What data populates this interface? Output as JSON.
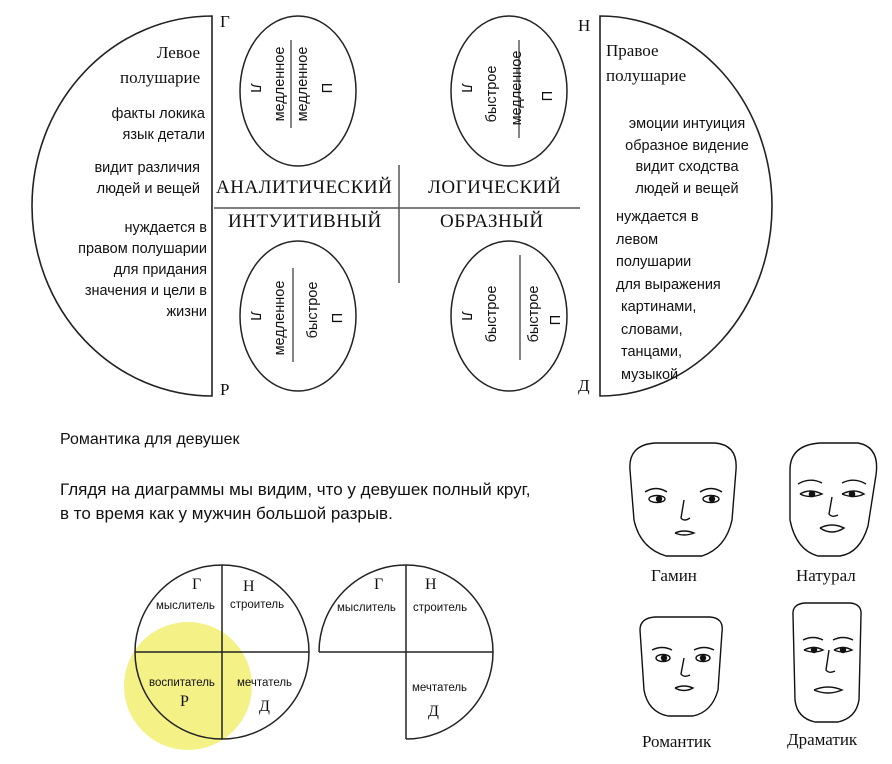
{
  "top_diagram": {
    "corners": {
      "g": "Г",
      "n": "Н",
      "r": "Р",
      "d": "Д"
    },
    "left_half": {
      "title": [
        "Левое",
        "полушарие"
      ],
      "facts": [
        "факты локика",
        "язык детали"
      ],
      "sees": [
        "видит различия",
        "людей и вещей"
      ],
      "needs": [
        "нуждается в",
        "правом полушарии",
        "для придания",
        "значения и цели в",
        "жизни"
      ]
    },
    "right_half": {
      "title": [
        "Правое",
        "полушарие"
      ],
      "emotions": [
        "эмоции интуиция",
        "образное видение",
        "видит сходства",
        "людей и вещей"
      ],
      "needs": [
        "нуждается в",
        "левом полушарии",
        "для выражения",
        "картинами,",
        "словами,",
        "танцами,",
        "музыкой"
      ]
    },
    "quadrant_labels": {
      "analytical": "АНАЛИТИЧЕСКИЙ",
      "logical": "ЛОГИЧЕСКИЙ",
      "intuitive": "ИНТУИТИВНЫЙ",
      "figurative": "ОБРАЗНЫЙ"
    },
    "ovals": {
      "top_left": {
        "l": "Л",
        "a": "медленное",
        "b": "медленное",
        "p": "П"
      },
      "top_right": {
        "l": "Л",
        "a": "быстрое",
        "b": "медленное",
        "p": "П"
      },
      "bottom_left": {
        "l": "Л",
        "a": "медленное",
        "b": "быстрое",
        "p": "П"
      },
      "bottom_right": {
        "l": "Л",
        "a": "быстрое",
        "b": "быстрое",
        "p": "П"
      }
    }
  },
  "text": {
    "heading": "Романтика для девушек",
    "paragraph_line1": "Глядя на диаграммы мы видим, что у девушек полный круг,",
    "paragraph_line2": "в то время как у мужчин большой разрыв."
  },
  "circle_female": {
    "g": "Г",
    "n": "Н",
    "r": "Р",
    "d": "Д",
    "thinker": "мыслитель",
    "builder": "строитель",
    "educator": "воспитатель",
    "dreamer": "мечтатель",
    "highlight_color": "#f3ef7a"
  },
  "circle_male": {
    "g": "Г",
    "n": "Н",
    "d": "Д",
    "thinker": "мыслитель",
    "builder": "строитель",
    "dreamer": "мечтатель"
  },
  "faces": {
    "gamin": "Гамин",
    "natural": "Натурал",
    "romantic": "Романтик",
    "dramatic": "Драматик"
  }
}
